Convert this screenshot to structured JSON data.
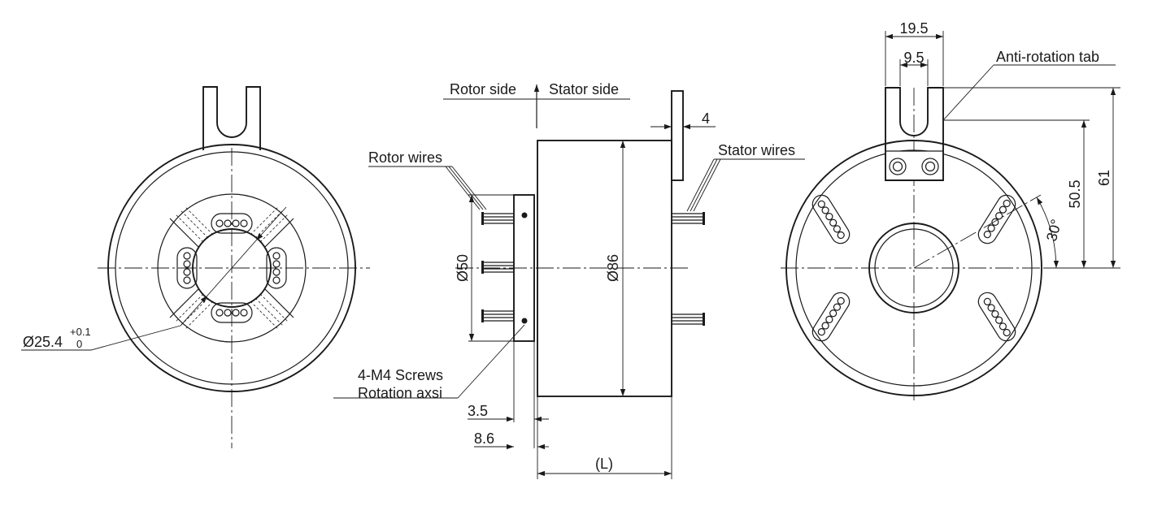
{
  "labels": {
    "rotor_side": "Rotor side",
    "stator_side": "Stator side",
    "rotor_wires": "Rotor wires",
    "stator_wires": "Stator wires",
    "screws": "4-M4 Screws",
    "rotation_axis": "Rotation axsi",
    "anti_rotation_tab": "Anti-rotation tab"
  },
  "dimensions": {
    "bore_diameter": "Ø25.4",
    "bore_tol_upper": "+0.1",
    "bore_tol_lower": "0",
    "flange_diameter": "Ø50",
    "body_diameter": "Ø86",
    "tab_thickness": "4",
    "flange_thickness": "3.5",
    "flange_offset": "8.6",
    "length": "(L)",
    "tab_width": "19.5",
    "slot_width": "9.5",
    "tab_height": "61",
    "hole_height": "50.5",
    "angle": "30°"
  }
}
